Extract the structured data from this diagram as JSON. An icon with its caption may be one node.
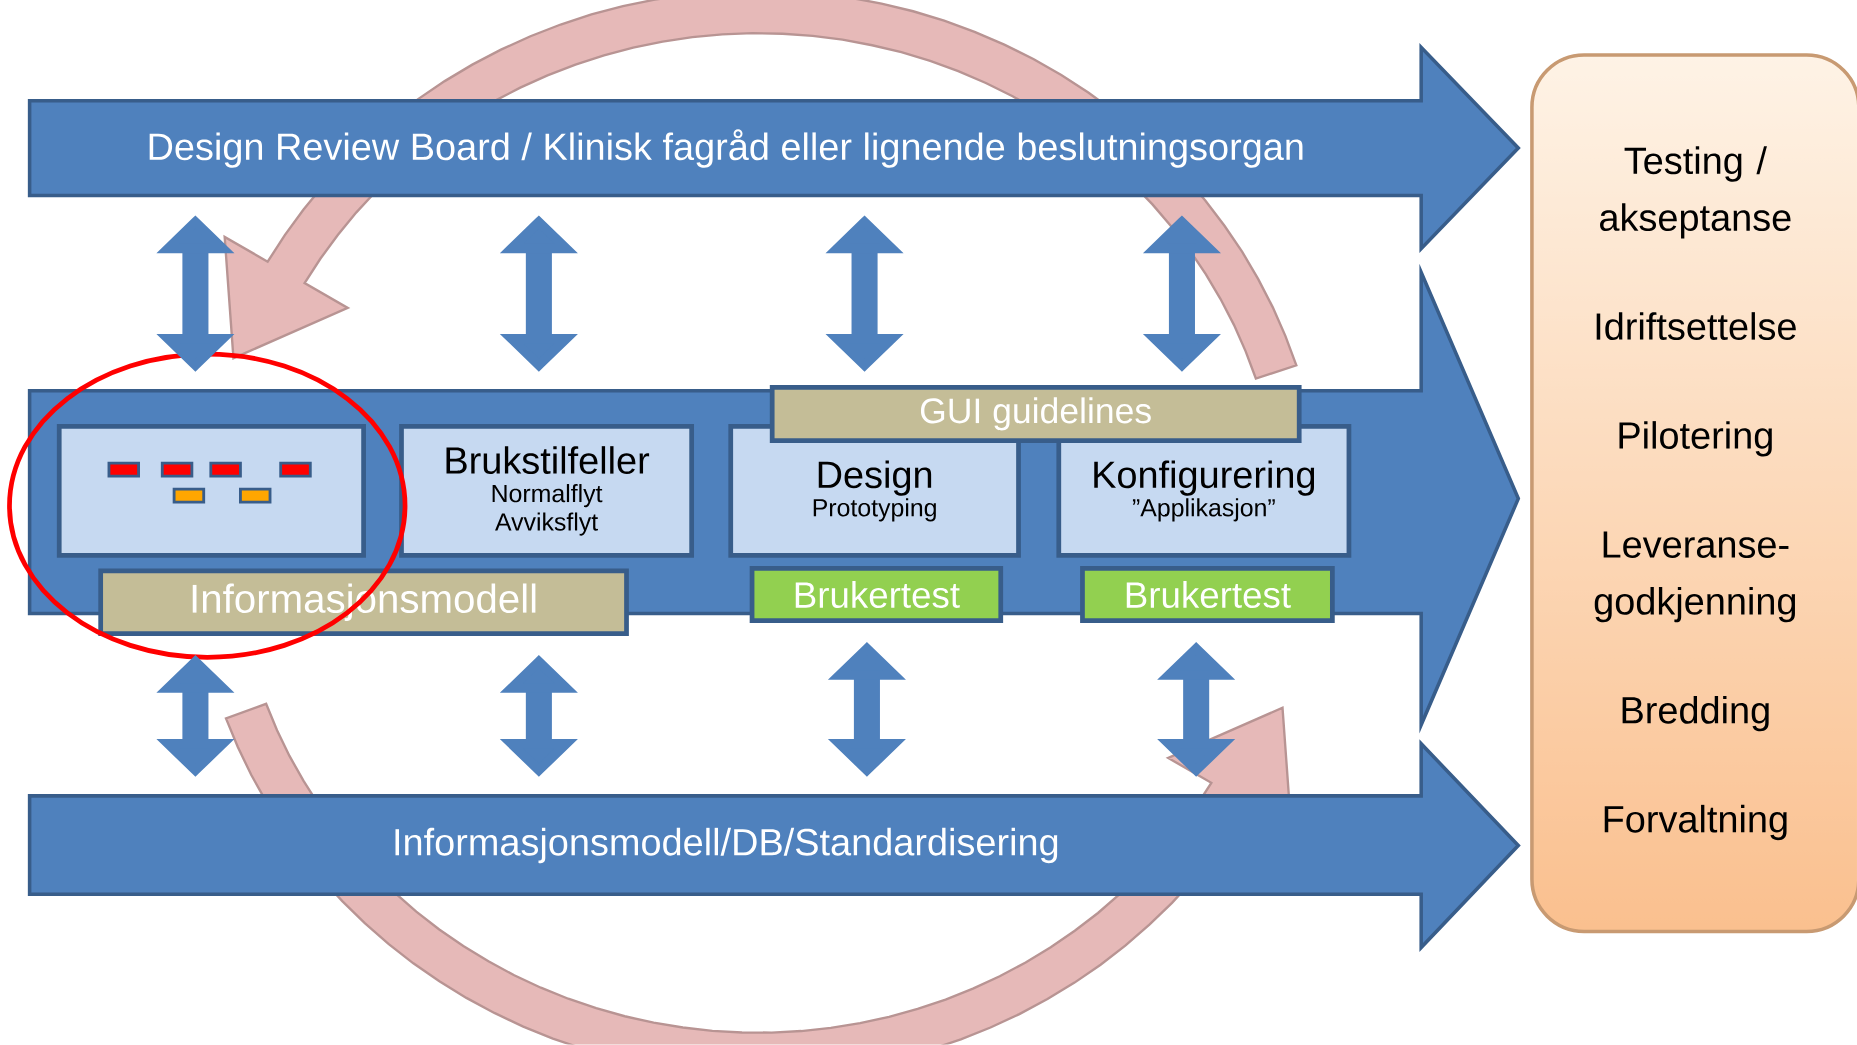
{
  "diagram": {
    "nodes": [
      {
        "text": [
          "Design Review Board / Klinisk fagråd eller lignende beslutningsorgan"
        ]
      },
      {
        "text": [],
        "shape": "arrow"
      },
      {
        "text": [
          "Informasjonsmodell/DB/Standardisering"
        ]
      },
      {
        "text": [
          "Testing / akseptanse",
          "Idriftsettelse",
          "Pilotering",
          "Leveranse-godkjenning",
          "Bredding",
          "Forvaltning"
        ]
      },
      {
        "text": [],
        "shape": "box",
        "in": 1
      },
      {
        "text": [
          "Brukstilfeller",
          "Normalflyt",
          "Avviksflyt"
        ],
        "in": 1
      },
      {
        "text": [
          "Design",
          "Prototyping"
        ],
        "in": 1
      },
      {
        "text": [
          "Konfigurering",
          "”Applikasjon”"
        ],
        "in": 1
      },
      {
        "text": [
          "GUI guidelines"
        ],
        "in": 1
      },
      {
        "text": [
          "Informasjonsmodell"
        ],
        "in": 1
      },
      {
        "text": [
          "Brukertest"
        ],
        "in": 1
      },
      {
        "text": [
          "Brukertest"
        ],
        "in": 1
      }
    ],
    "edges": [
      {
        "from": 0,
        "to": 1,
        "arrow": "both"
      },
      {
        "from": 0,
        "to": 1,
        "arrow": "both"
      },
      {
        "from": 0,
        "to": 1,
        "arrow": "both"
      },
      {
        "from": 0,
        "to": 1,
        "arrow": "both"
      },
      {
        "from": 9,
        "to": 2,
        "arrow": "both"
      },
      {
        "from": 9,
        "to": 2,
        "arrow": "both"
      },
      {
        "from": 10,
        "to": 2,
        "arrow": "both"
      },
      {
        "from": 11,
        "to": 2,
        "arrow": "both"
      }
    ]
  }
}
